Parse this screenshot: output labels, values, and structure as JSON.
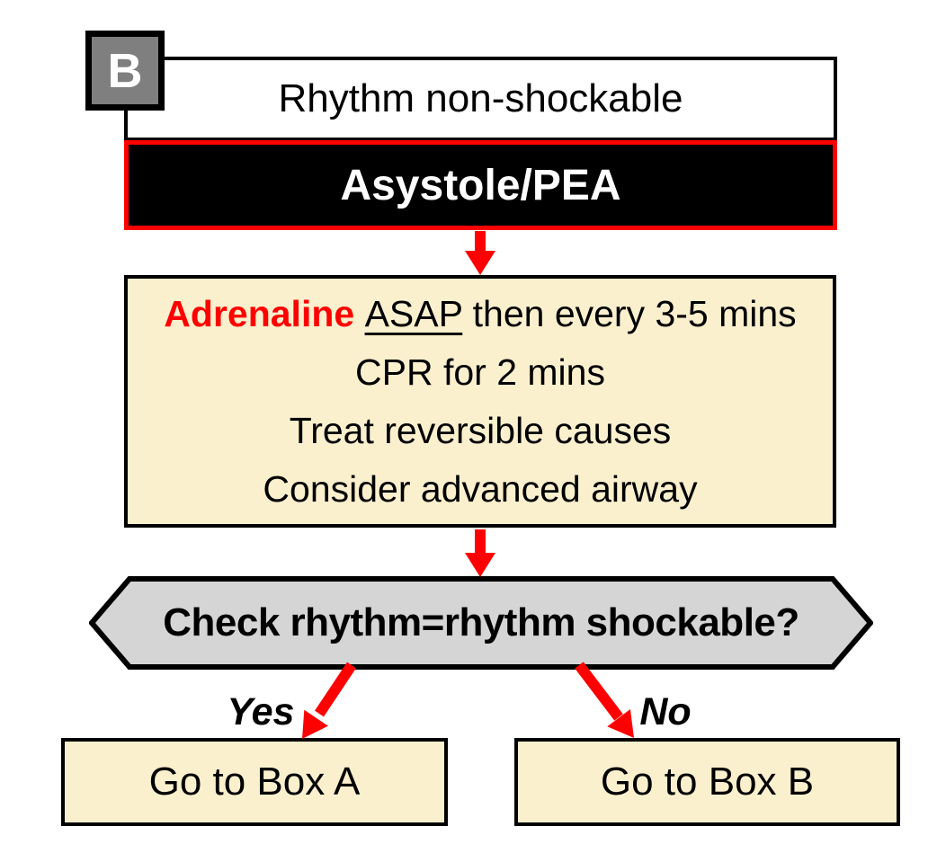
{
  "flowchart": {
    "badge": "B",
    "header": "Rhythm non-shockable",
    "rhythm_type": "Asystole/PEA",
    "treatment": {
      "drug": "Adrenaline ",
      "timing_underlined": "ASAP",
      "timing_rest": " then every 3-5 mins",
      "line2": "CPR for 2 mins",
      "line3": "Treat reversible causes",
      "line4": "Consider advanced airway"
    },
    "decision": "Check rhythm=rhythm shockable?",
    "branch_yes": {
      "label": "Yes",
      "target": "Go to Box A"
    },
    "branch_no": {
      "label": "No",
      "target": "Go to Box B"
    },
    "icons": {
      "arrow_down_1": "down-arrow",
      "arrow_down_2": "down-arrow",
      "arrow_yes": "diagonal-arrow-left-down",
      "arrow_no": "diagonal-arrow-right-down"
    },
    "colors": {
      "arrow_red": "#ff0000",
      "rhythm_border_red": "#ff0000",
      "drug_text_red": "#ff0000",
      "cream_fill": "#fbf0ce",
      "hexagon_fill": "#d5d5d5",
      "badge_fill": "#7f7f7f",
      "rhythm_fill": "#000000",
      "outline_black": "#000000"
    }
  }
}
